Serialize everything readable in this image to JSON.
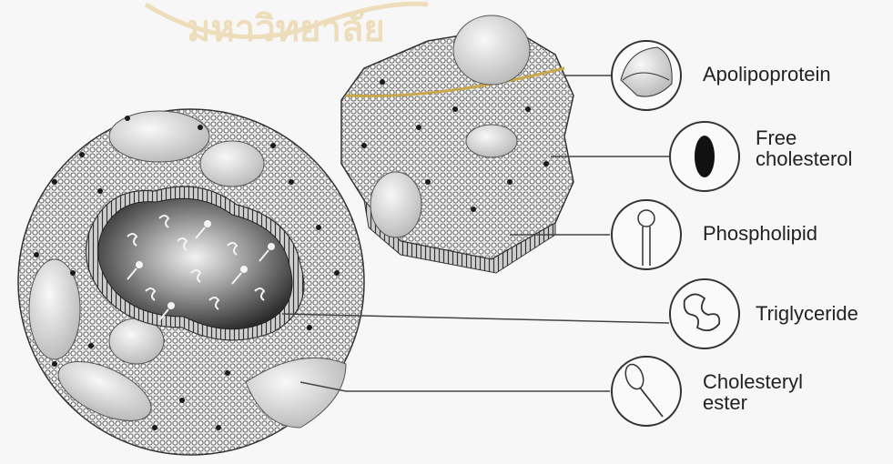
{
  "watermark": "มหาวิทยาลัย",
  "legend": [
    {
      "id": "apolipoprotein",
      "label": "Apolipoprotein",
      "icon": "apolipoprotein-icon"
    },
    {
      "id": "free-cholesterol",
      "label": "Free\ncholesterol",
      "icon": "free-cholesterol-icon"
    },
    {
      "id": "phospholipid",
      "label": "Phospholipid",
      "icon": "phospholipid-icon"
    },
    {
      "id": "triglyceride",
      "label": "Triglyceride",
      "icon": "triglyceride-icon"
    },
    {
      "id": "cholesteryl-ester",
      "label": "Cholesteryl\nester",
      "icon": "cholesteryl-ester-icon"
    }
  ],
  "colors": {
    "background": "#f7f7f7",
    "membrane": "#e8e8e8",
    "dots": "#1a1a1a",
    "protein": "#d6d6d6",
    "core": "#6f6f6f",
    "watermark": "#e6c98a"
  }
}
